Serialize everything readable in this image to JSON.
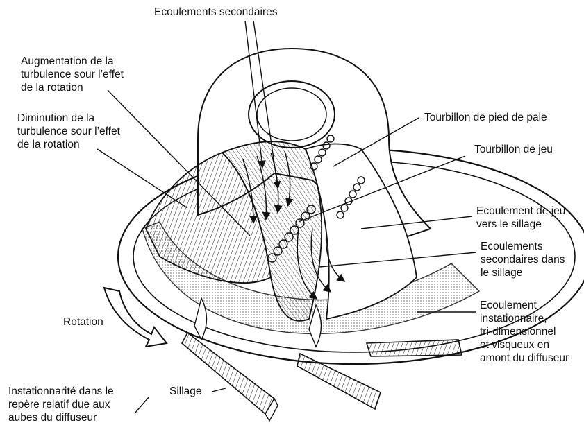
{
  "labels": {
    "ecoulements_secondaires": "Ecoulements secondaires",
    "augmentation": [
      "Augmentation de la",
      "turbulence sour l’effet",
      "de la rotation"
    ],
    "diminution": [
      "Diminution de la",
      "turbulence sour l’effet",
      "de la rotation"
    ],
    "tourbillon_pied": "Tourbillon de pied de pale",
    "tourbillon_jeu": "Tourbillon de jeu",
    "ecoulement_jeu_sillage": [
      "Ecoulement de jeu",
      "vers le sillage"
    ],
    "ecoulements_secondaires_sillage": [
      "Ecoulements",
      "secondaires dans",
      "le sillage"
    ],
    "ecoulement_instationnaire": [
      "Ecoulement",
      "instationnaire,",
      "tri-dimensionnel",
      "et visqueux en",
      "amont du diffuseur"
    ],
    "rotation": "Rotation",
    "sillage": "Sillage",
    "instationnarite": [
      "Instationnarité dans le",
      "repère relatif due aux",
      "aubes du diffuseur"
    ]
  },
  "colors": {
    "ink": "#111111",
    "paper": "#ffffff",
    "shade": "#bdbdbd"
  }
}
